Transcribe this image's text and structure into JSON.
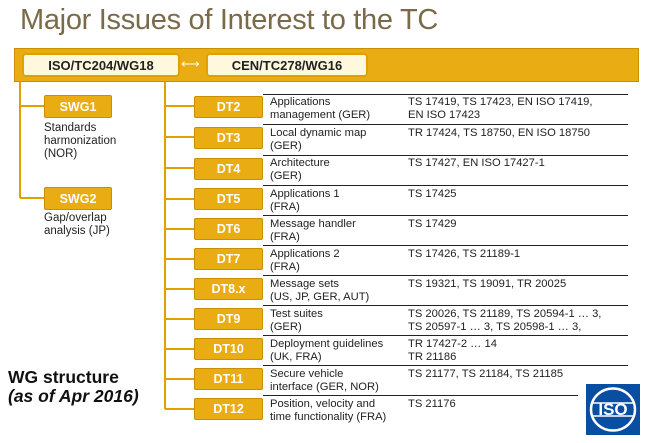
{
  "title": "Major Issues of Interest to the TC",
  "top": {
    "left_group": "ISO/TC204/WG18",
    "right_group": "CEN/TC278/WG16",
    "link_symbol": "⟷"
  },
  "swg": [
    {
      "label": "SWG1",
      "desc": [
        "Standards",
        "harmonization",
        "(NOR)"
      ]
    },
    {
      "label": "SWG2",
      "desc": [
        "Gap/overlap",
        "analysis (JP)"
      ]
    }
  ],
  "dt": [
    {
      "label": "DT2",
      "name": [
        "Applications",
        "management (GER)"
      ],
      "std": [
        "TS 17419, TS 17423, EN ISO 17419,",
        "EN ISO 17423"
      ]
    },
    {
      "label": "DT3",
      "name": [
        "Local dynamic map",
        "(GER)"
      ],
      "std": [
        "TR 17424, TS 18750, EN ISO 18750"
      ]
    },
    {
      "label": "DT4",
      "name": [
        "Architecture",
        "(GER)"
      ],
      "std": [
        "TS 17427, EN ISO 17427-1"
      ]
    },
    {
      "label": "DT5",
      "name": [
        "Applications 1",
        "(FRA)"
      ],
      "std": [
        "TS 17425"
      ]
    },
    {
      "label": "DT6",
      "name": [
        "Message handler",
        "(FRA)"
      ],
      "std": [
        "TS 17429"
      ]
    },
    {
      "label": "DT7",
      "name": [
        "Applications 2",
        "(FRA)"
      ],
      "std": [
        "TS 17426, TS 21189-1"
      ]
    },
    {
      "label": "DT8.x",
      "name": [
        "Message sets",
        "(US, JP, GER, AUT)"
      ],
      "std": [
        "TS 19321, TS 19091, TR 20025"
      ]
    },
    {
      "label": "DT9",
      "name": [
        "Test suites",
        "(GER)"
      ],
      "std": [
        "TS 20026, TS 21189, TS 20594-1 … 3,",
        "TS 20597-1 … 3, TS 20598-1 … 3,"
      ]
    },
    {
      "label": "DT10",
      "name": [
        "Deployment guidelines",
        "(UK, FRA)"
      ],
      "std": [
        "TR 17427-2 … 14",
        "TR 21186"
      ]
    },
    {
      "label": "DT11",
      "name": [
        "Secure vehicle",
        "interface (GER, NOR)"
      ],
      "std": [
        "TS 21177, TS 21184, TS 21185"
      ]
    },
    {
      "label": "DT12",
      "name": [
        "Position, velocity and",
        "time functionality (FRA)"
      ],
      "std": [
        "TS 21176"
      ]
    }
  ],
  "caption": {
    "line1": "WG structure",
    "line2": "(as of Apr 2016)"
  },
  "logo_text": "ISO",
  "colors": {
    "accent": "#e9ac13",
    "title": "#7a6a48",
    "logo": "#0a4ea2"
  }
}
